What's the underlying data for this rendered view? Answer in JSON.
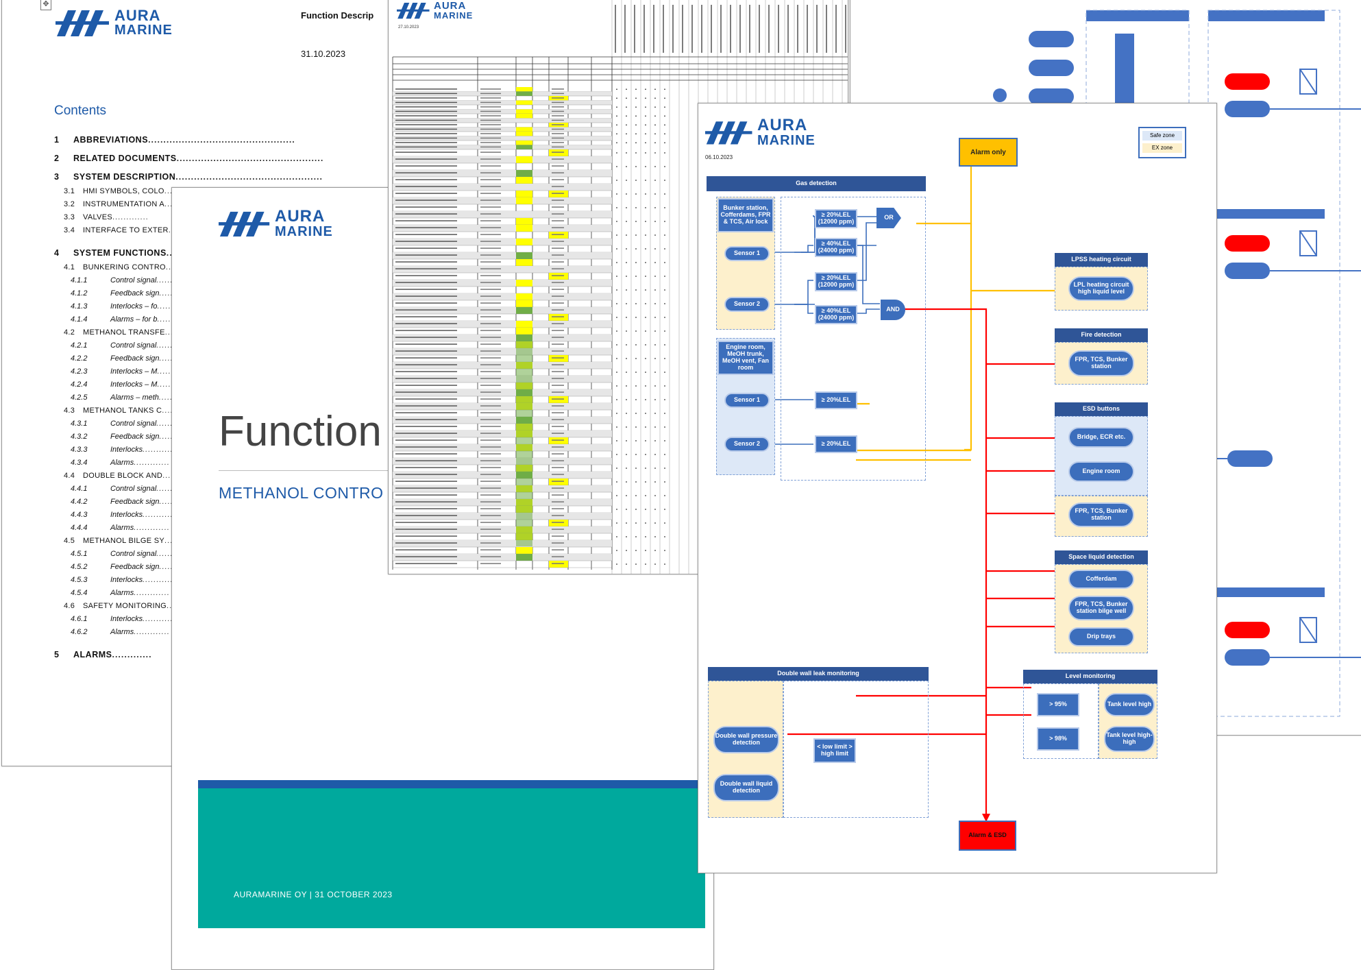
{
  "brand": {
    "line1": "AURA",
    "line2": "MARINE",
    "color": "#1e5aa8"
  },
  "toc_page": {
    "header_title": "Function Descrip",
    "date": "31.10.2023",
    "contents_title": "Contents",
    "entries": [
      {
        "num": "1",
        "text": "ABBREVIATIONS",
        "level": 1
      },
      {
        "num": "2",
        "text": "RELATED DOCUMENTS",
        "level": 1
      },
      {
        "num": "3",
        "text": "SYSTEM DESCRIPTION",
        "level": 1
      },
      {
        "num": "3.1",
        "text": "HMI SYMBOLS, COLO",
        "level": 2
      },
      {
        "num": "3.2",
        "text": "INSTRUMENTATION A",
        "level": 2
      },
      {
        "num": "3.3",
        "text": "VALVES",
        "level": 2
      },
      {
        "num": "3.4",
        "text": "INTERFACE TO EXTER",
        "level": 2
      },
      {
        "num": "4",
        "text": "SYSTEM FUNCTIONS",
        "level": 1
      },
      {
        "num": "4.1",
        "text": "BUNKERING CONTRO",
        "level": 2
      },
      {
        "num": "4.1.1",
        "text": "Control signal",
        "level": 3
      },
      {
        "num": "4.1.2",
        "text": "Feedback sign",
        "level": 3
      },
      {
        "num": "4.1.3",
        "text": "Interlocks – fo",
        "level": 3
      },
      {
        "num": "4.1.4",
        "text": "Alarms – for b",
        "level": 3
      },
      {
        "num": "4.2",
        "text": "METHANOL TRANSFE",
        "level": 2
      },
      {
        "num": "4.2.1",
        "text": "Control signal",
        "level": 3
      },
      {
        "num": "4.2.2",
        "text": "Feedback sign",
        "level": 3
      },
      {
        "num": "4.2.3",
        "text": "Interlocks – M",
        "level": 3
      },
      {
        "num": "4.2.4",
        "text": "Interlocks – M",
        "level": 3
      },
      {
        "num": "4.2.5",
        "text": "Alarms – meth",
        "level": 3
      },
      {
        "num": "4.3",
        "text": "METHANOL TANKS C",
        "level": 2
      },
      {
        "num": "4.3.1",
        "text": "Control signal",
        "level": 3
      },
      {
        "num": "4.3.2",
        "text": "Feedback sign",
        "level": 3
      },
      {
        "num": "4.3.3",
        "text": "Interlocks",
        "level": 3
      },
      {
        "num": "4.3.4",
        "text": "Alarms",
        "level": 3
      },
      {
        "num": "4.4",
        "text": "DOUBLE BLOCK AND",
        "level": 2
      },
      {
        "num": "4.4.1",
        "text": "Control signal",
        "level": 3
      },
      {
        "num": "4.4.2",
        "text": "Feedback sign",
        "level": 3
      },
      {
        "num": "4.4.3",
        "text": "Interlocks",
        "level": 3
      },
      {
        "num": "4.4.4",
        "text": "Alarms",
        "level": 3
      },
      {
        "num": "4.5",
        "text": "METHANOL BILGE SY",
        "level": 2
      },
      {
        "num": "4.5.1",
        "text": "Control signal",
        "level": 3
      },
      {
        "num": "4.5.2",
        "text": "Feedback sign",
        "level": 3
      },
      {
        "num": "4.5.3",
        "text": "Interlocks",
        "level": 3
      },
      {
        "num": "4.5.4",
        "text": "Alarms",
        "level": 3
      },
      {
        "num": "4.6",
        "text": "SAFETY MONITORING",
        "level": 2
      },
      {
        "num": "4.6.1",
        "text": "Interlocks",
        "level": 3
      },
      {
        "num": "4.6.2",
        "text": "Alarms",
        "level": 3
      },
      {
        "num": "5",
        "text": "ALARMS",
        "level": 1
      }
    ]
  },
  "cover_page": {
    "title": "Function",
    "subtitle": "METHANOL CONTRO",
    "footer": "AURAMARINE OY | 31 OCTOBER 2023",
    "accent": "#00a99d",
    "bar": "#1e5aa8"
  },
  "diagram_page": {
    "date": "06.10.2023",
    "legend_safe": "Safe zone",
    "legend_ex": "EX zone",
    "alarm_only": "Alarm only",
    "alarm_esd": "Alarm & ESD",
    "gas_detection": {
      "header": "Gas detection",
      "group1": "Bunker station, Cofferdams, FPR & TCS, Air lock",
      "group2": "Engine room, MeOH trunk, MeOH vent, Fan room",
      "sensor1": "Sensor 1",
      "sensor2": "Sensor 2",
      "sensor3": "Sensor 1",
      "sensor4": "Sensor 2",
      "t1": "≥ 20%LEL (12000 ppm)",
      "t2": "≥ 40%LEL (24000 ppm)",
      "t3": "≥ 20%LEL (12000 ppm)",
      "t4": "≥ 40%LEL (24000 ppm)",
      "t5": "≥ 20%LEL",
      "t6": "≥ 20%LEL",
      "gate_or": "OR",
      "gate_and": "AND"
    },
    "lpss": {
      "header": "LPSS heating circuit",
      "item": "LPL heating circuit high liquid level"
    },
    "fire": {
      "header": "Fire detection",
      "item": "FPR, TCS, Bunker station"
    },
    "esd": {
      "header": "ESD buttons",
      "item1": "Bridge, ECR etc.",
      "item2": "Engine room",
      "item3": "FPR, TCS, Bunker station"
    },
    "space_liquid": {
      "header": "Space liquid detection",
      "item1": "Cofferdam",
      "item2": "FPR, TCS, Bunker station bilge well",
      "item3": "Drip trays"
    },
    "double_wall": {
      "header": "Double wall leak monitoring",
      "item1": "Double wall pressure detection",
      "item2": "Double wall liquid detection",
      "limit": "< low limit > high limit"
    },
    "level": {
      "header": "Level monitoring",
      "v1": "> 95%",
      "v2": "> 98%",
      "item1": "Tank level high",
      "item2": "Tank level high-high"
    },
    "colors": {
      "alarm_yellow": "#ffc000",
      "alarm_red": "#ff0000",
      "box_blue": "#3c6ebc",
      "header_blue": "#2f5597"
    }
  },
  "table_page": {
    "date": "27.10.2023",
    "yellow": "#ffff00",
    "green": "#70ad47"
  }
}
